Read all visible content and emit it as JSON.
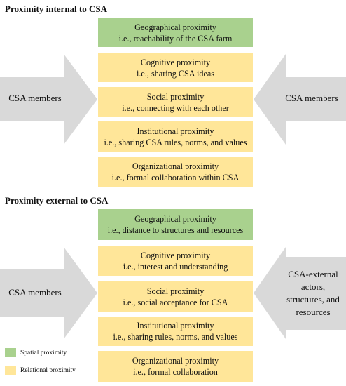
{
  "colors": {
    "spatial": "#a9d18e",
    "relational": "#ffe699",
    "arrow": "#d9d9d9"
  },
  "internal": {
    "title": "Proximity internal to CSA",
    "boxes": [
      {
        "type": "spatial",
        "title": "Geographical proximity",
        "desc": "i.e., reachability of the CSA farm"
      },
      {
        "type": "relational",
        "title": "Cognitive proximity",
        "desc": "i.e., sharing CSA ideas"
      },
      {
        "type": "relational",
        "title": "Social proximity",
        "desc": "i.e., connecting with each other"
      },
      {
        "type": "relational",
        "title": "Institutional proximity",
        "desc": "i.e., sharing CSA rules, norms, and values"
      },
      {
        "type": "relational",
        "title": "Organizational proximity",
        "desc": "i.e., formal collaboration within CSA"
      }
    ],
    "left_arrow_label": "CSA members",
    "right_arrow_label": "CSA members"
  },
  "external": {
    "title": "Proximity external to CSA",
    "boxes": [
      {
        "type": "spatial",
        "title": "Geographical proximity",
        "desc": "i.e., distance to structures and resources"
      },
      {
        "type": "relational",
        "title": "Cognitive proximity",
        "desc": "i.e., interest and understanding"
      },
      {
        "type": "relational",
        "title": "Social proximity",
        "desc": "i.e., social acceptance for CSA"
      },
      {
        "type": "relational",
        "title": "Institutional proximity",
        "desc": "i.e., sharing rules, norms, and values"
      },
      {
        "type": "relational",
        "title": "Organizational proximity",
        "desc": "i.e., formal collaboration"
      }
    ],
    "left_arrow_label": "CSA members",
    "right_arrow_label_lines": [
      "CSA-external",
      "actors,",
      "structures, and",
      "resources"
    ]
  },
  "legend": [
    {
      "type": "spatial",
      "label": "Spatial proximity"
    },
    {
      "type": "relational",
      "label": "Relational proximity"
    }
  ]
}
